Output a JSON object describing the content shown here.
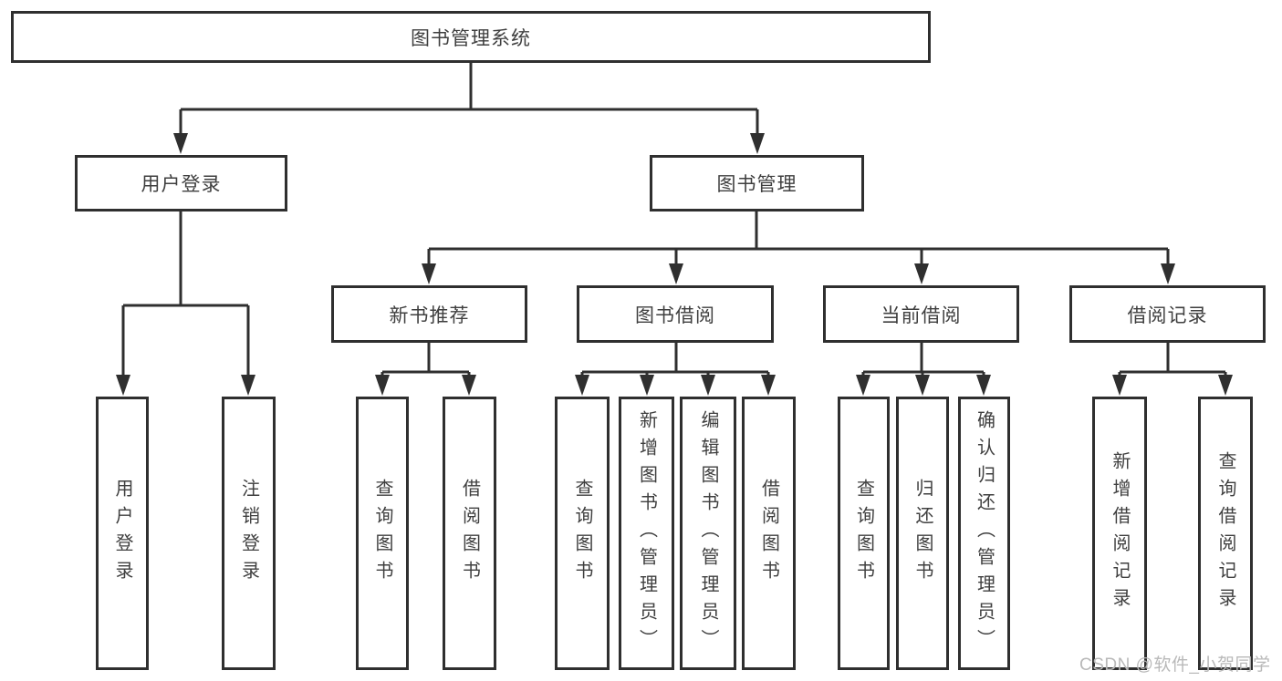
{
  "tree": {
    "root": {
      "label": "图书管理系统"
    },
    "branches": [
      {
        "label": "用户登录",
        "leaves": [
          "用户登录",
          "注销登录"
        ]
      },
      {
        "label": "图书管理",
        "children": [
          {
            "label": "新书推荐",
            "leaves": [
              "查询图书",
              "借阅图书"
            ]
          },
          {
            "label": "图书借阅",
            "leaves": [
              "查询图书",
              "新增图书（管理员）",
              "编辑图书（管理员）",
              "借阅图书"
            ]
          },
          {
            "label": "当前借阅",
            "leaves": [
              "查询图书",
              "归还图书",
              "确认归还（管理员）"
            ]
          },
          {
            "label": "借阅记录",
            "leaves": [
              "新增借阅记录",
              "查询借阅记录"
            ]
          }
        ]
      }
    ]
  },
  "watermark": {
    "text": "CSDN @软件_小贺同学"
  },
  "colors": {
    "line": "#2f2f2f",
    "text": "#3f3f3f",
    "watermark": "#b9b9b9",
    "background": "#ffffff"
  }
}
